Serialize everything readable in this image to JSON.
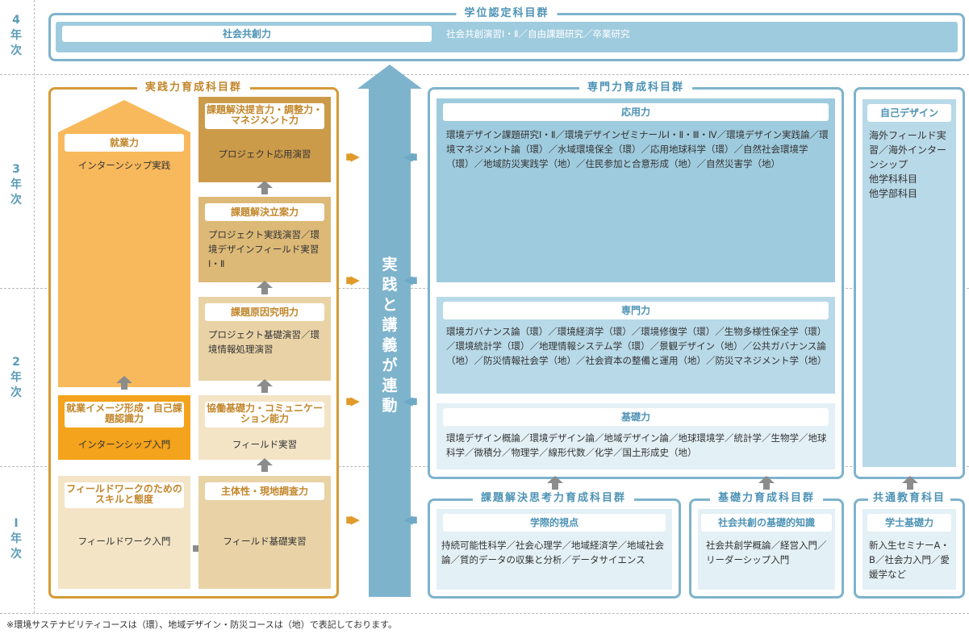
{
  "years": {
    "y4": [
      "4",
      "年",
      "次"
    ],
    "y3": [
      "3",
      "年",
      "次"
    ],
    "y2": [
      "2",
      "年",
      "次"
    ],
    "y1": [
      "I",
      "年",
      "次"
    ]
  },
  "degree_group": {
    "title": "学位認定科目群",
    "panel_title": "社会共創力",
    "courses": "社会共創演習Ⅰ・Ⅱ／自由課題研究／卒業研究"
  },
  "practice_group": {
    "title": "実践力育成科目群",
    "employability": {
      "title": "就業力",
      "courses": "インターンシップ実践"
    },
    "career_image": {
      "title": "就業イメージ形成・自己課題認識力",
      "courses": "インターンシップ入門"
    },
    "fieldwork_skill": {
      "title": "フィールドワークのためのスキルと態度",
      "courses": "フィールドワーク入門"
    },
    "proposal": {
      "title": "課題解決提言力・調整力・マネジメント力",
      "courses": "プロジェクト応用演習"
    },
    "planning": {
      "title": "課題解決立案力",
      "courses": "プロジェクト実践演習／環境デザインフィールド実習Ⅰ・Ⅱ"
    },
    "cause": {
      "title": "課題原因究明力",
      "courses": "プロジェクト基礎演習／環境情報処理演習"
    },
    "collab": {
      "title": "協働基礎力・コミュニケーション能力",
      "courses": "フィールド実習"
    },
    "initiative": {
      "title": "主体性・現地調査力",
      "courses": "フィールド基礎実習"
    }
  },
  "center_arrow": {
    "label": [
      "実",
      "践",
      "と",
      "講",
      "義",
      "が",
      "連",
      "動"
    ]
  },
  "specialty_group": {
    "title": "専門力育成科目群",
    "applied": {
      "title": "応用力",
      "courses": "環境デザイン課題研究Ⅰ・Ⅱ／環境デザインゼミナールⅠ・Ⅱ・Ⅲ・Ⅳ／環境デザイン実践論／環境マネジメント論（環）／水域環境保全（環）／応用地球科学（環）／自然社会環境学（環）／地域防災実践学（地）／住民参加と合意形成（地）／自然災害学（地）"
    },
    "specialized": {
      "title": "専門力",
      "courses": "環境ガバナンス論（環）／環境経済学（環）／環境修復学（環）／生物多様性保全学（環）／環境統計学（環）／地理情報システム学（環）／景観デザイン（地）／公共ガバナンス論（地）／防災情報社会学（地）／社会資本の整備と運用（地）／防災マネジメント学（地）"
    },
    "basic": {
      "title": "基礎力",
      "courses": "環境デザイン概論／環境デザイン論／地域デザイン論／地球環境学／統計学／生物学／地球科学／微積分／物理学／線形代数／化学／国土形成史（地）"
    }
  },
  "self_design": {
    "title": "自己デザイン",
    "courses": [
      "海外フィールド実習／海外インターンシップ",
      "他学科科目",
      "他学部科目"
    ]
  },
  "problem_group": {
    "title": "課題解決思考力育成科目群",
    "panel_title": "学際的視点",
    "courses": "持続可能性科学／社会心理学／地域経済学／地域社会論／質的データの収集と分析／データサイエンス"
  },
  "foundation_group": {
    "title": "基礎力育成科目群",
    "panel_title": "社会共創の基礎的知識",
    "courses": "社会共創学概論／経営入門／リーダーシップ入門"
  },
  "common_group": {
    "title": "共通教育科目",
    "panel_title": "学士基礎力",
    "courses": "新入生セミナーA・B／社会力入門／愛媛学など"
  },
  "footnote": "※環境サステナビリティコースは（環）、地域デザイン・防災コースは（地）で表記しております。",
  "colors": {
    "blue_frame": "#7eb3cc",
    "blue_title": "#4d93b5",
    "orange_frame": "#d59a36",
    "orange_title": "#c2862a",
    "orange_bright": "#f4a31c"
  }
}
